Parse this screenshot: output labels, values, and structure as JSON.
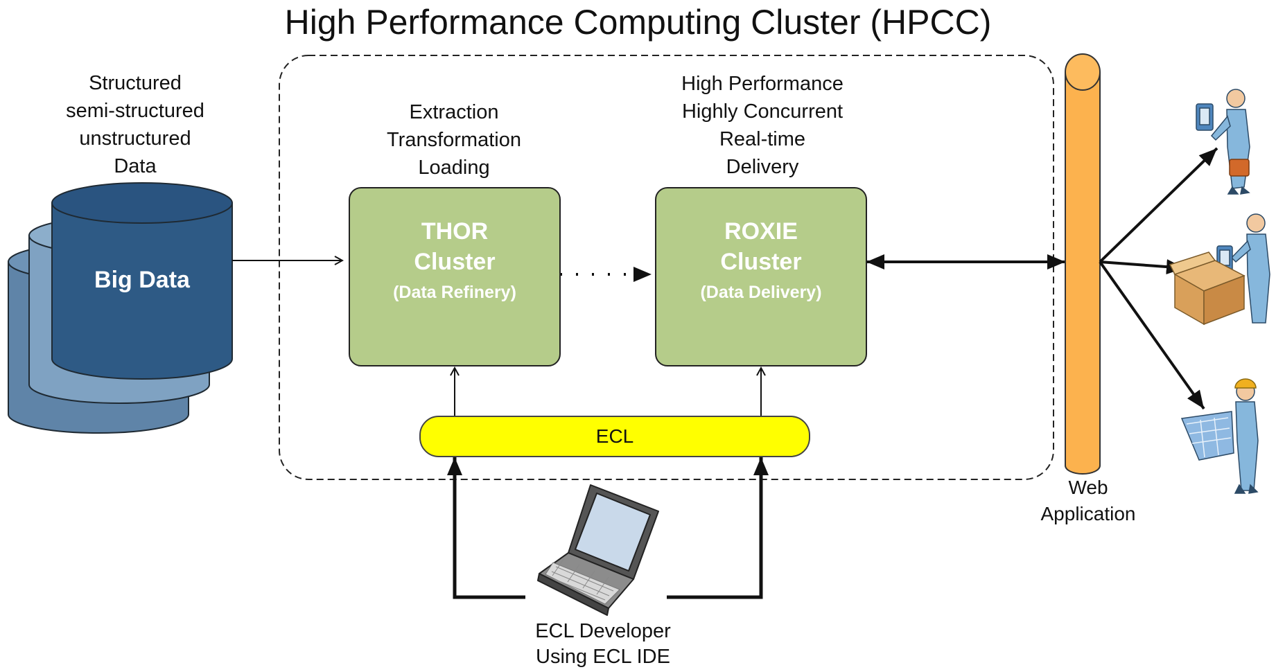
{
  "title": "High Performance Computing Cluster (HPCC)",
  "data_source": {
    "lines": [
      "Structured",
      "semi-structured",
      "unstructured",
      "Data"
    ],
    "label": "Big Data"
  },
  "thor": {
    "caption_lines": [
      "Extraction",
      "Transformation",
      "Loading"
    ],
    "name_line1": "THOR",
    "name_line2": "Cluster",
    "subtitle": "(Data Refinery)"
  },
  "roxie": {
    "caption_lines": [
      "High Performance",
      "Highly Concurrent",
      "Real-time",
      "Delivery"
    ],
    "name_line1": "ROXIE",
    "name_line2": "Cluster",
    "subtitle": "(Data Delivery)"
  },
  "ecl": {
    "label": "ECL"
  },
  "web_application": {
    "lines": [
      "Web",
      "Application"
    ]
  },
  "developer": {
    "lines": [
      "ECL Developer",
      "Using ECL IDE"
    ]
  },
  "icons": [
    "database-stack-icon",
    "laptop-icon",
    "businessman-icon",
    "package-courier-icon",
    "engineer-blueprint-icon"
  ],
  "colors": {
    "database": "#2e5a85",
    "box_fill": "#b5cc8a",
    "ecl_bar": "#ffff00",
    "web_pillar": "#fcb24e",
    "person": "#86b7dc"
  }
}
